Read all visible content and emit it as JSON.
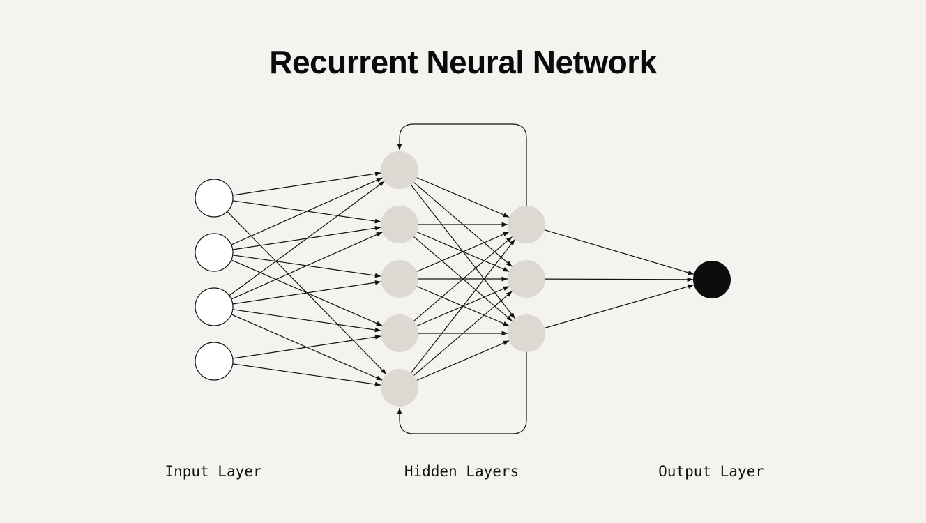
{
  "title": "Recurrent Neural Network",
  "labels": {
    "input": "Input Layer",
    "hidden": "Hidden Layers",
    "output": "Output Layer"
  },
  "colors": {
    "background": "#f4f3ef",
    "input_node_fill": "#ffffff",
    "hidden_node_fill": "#dcd9d2",
    "output_node_fill": "#0d0d0d",
    "edge": "#111111"
  },
  "layers": {
    "input_count": 4,
    "hidden1_count": 5,
    "hidden2_count": 3,
    "output_count": 1
  }
}
